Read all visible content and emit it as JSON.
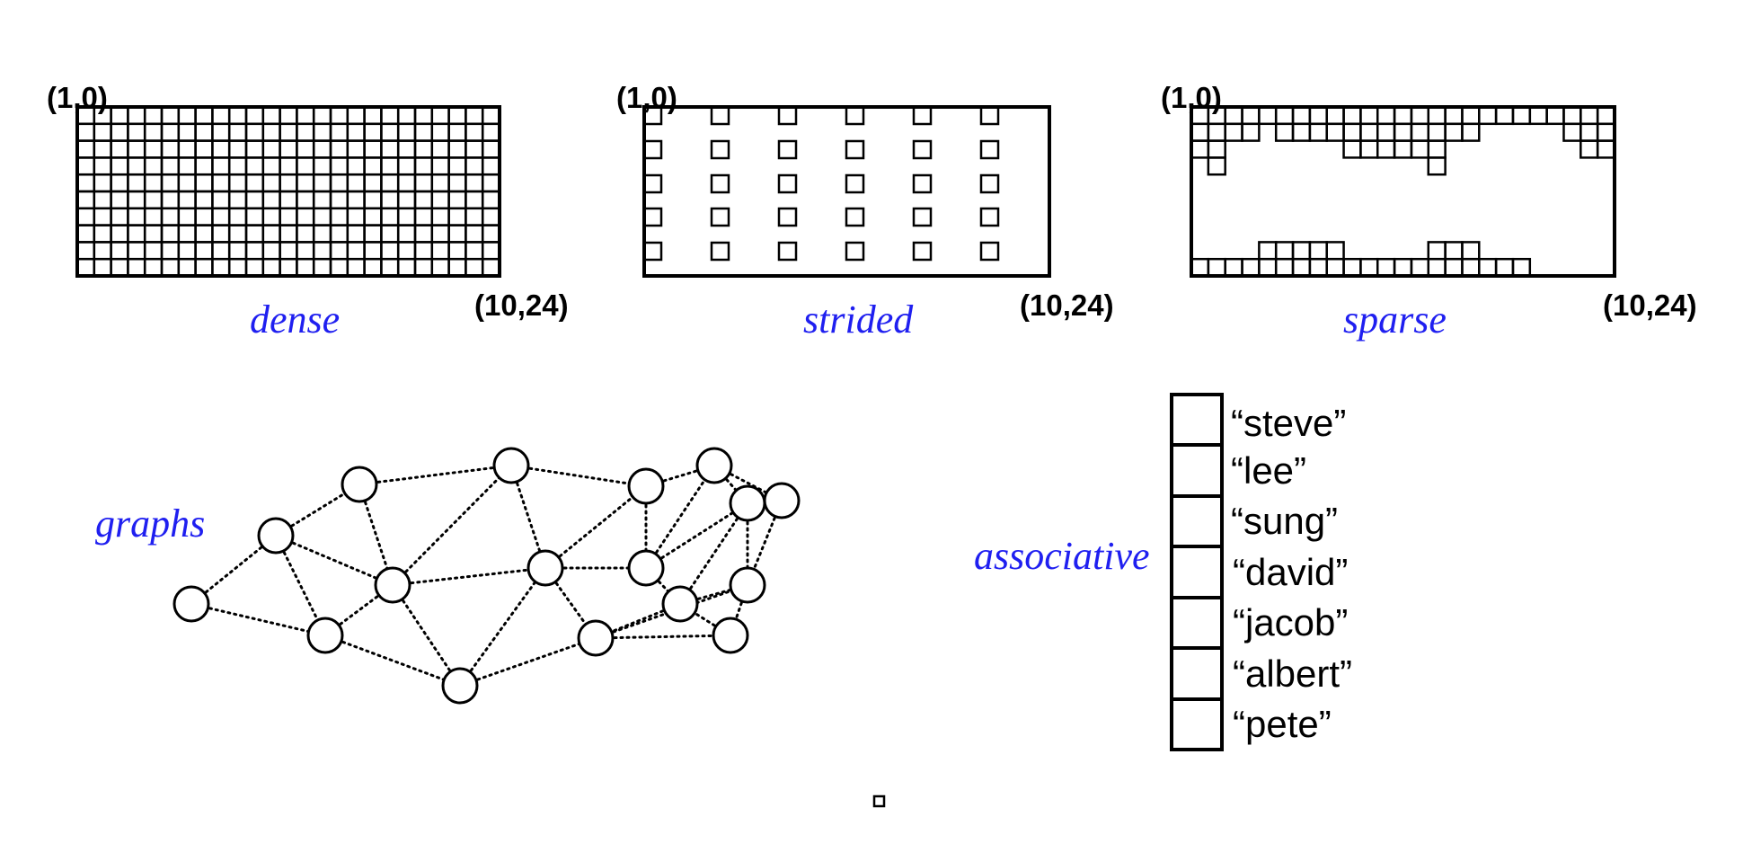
{
  "panels": {
    "dense": {
      "start_label": "(1,0)",
      "end_label": "(10,24)",
      "caption": "dense"
    },
    "strided": {
      "start_label": "(1,0)",
      "end_label": "(10,24)",
      "caption": "strided"
    },
    "sparse": {
      "start_label": "(1,0)",
      "end_label": "(10,24)",
      "caption": "sparse"
    }
  },
  "graphs": {
    "caption": "graphs"
  },
  "associative": {
    "caption": "associative",
    "keys": [
      "“steve”",
      "“lee”",
      "“sung”",
      "“david”",
      "“jacob”",
      "“albert”",
      "“pete”"
    ]
  },
  "colors": {
    "caption": "#1f1ff0",
    "ink": "#000000"
  }
}
